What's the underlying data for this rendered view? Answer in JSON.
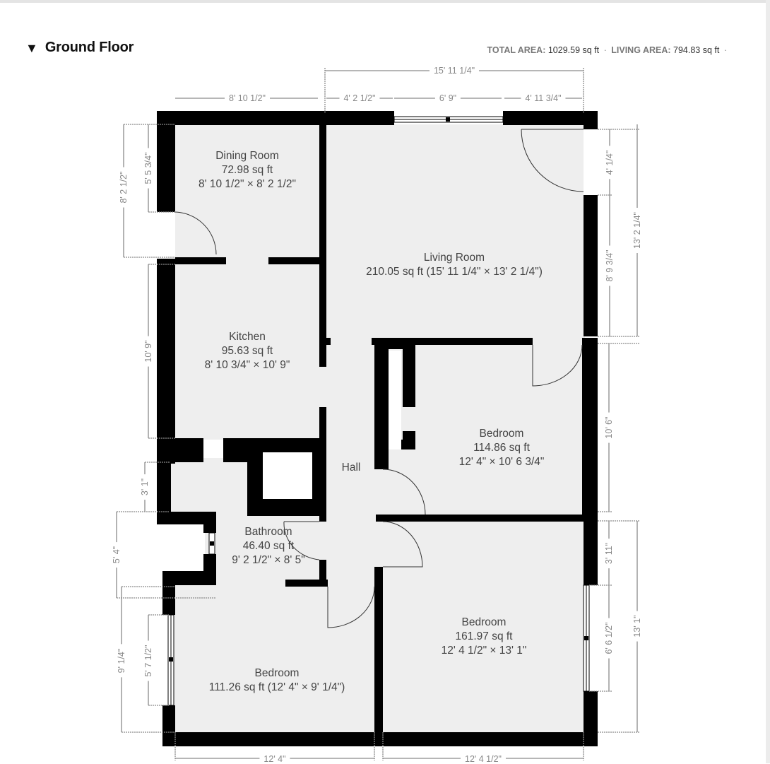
{
  "header": {
    "caret_icon": "▼",
    "floor_title": "Ground Floor",
    "total_area_label": "TOTAL AREA:",
    "total_area_value": "1029.59 sq ft",
    "living_area_label": "LIVING AREA:",
    "living_area_value": "794.83 sq ft",
    "separator": "·"
  },
  "rooms": {
    "dining": {
      "name": "Dining Room",
      "area": "72.98 sq ft",
      "dims": "8' 10 1/2\" × 8' 2 1/2\""
    },
    "living": {
      "name": "Living Room",
      "area_dims": "210.05 sq ft (15' 11 1/4\" × 13' 2 1/4\")"
    },
    "kitchen": {
      "name": "Kitchen",
      "area": "95.63 sq ft",
      "dims": "8' 10 3/4\" × 10' 9\""
    },
    "bedroom1": {
      "name": "Bedroom",
      "area": "114.86 sq ft",
      "dims": "12' 4\" × 10' 6 3/4\""
    },
    "hall": {
      "name": "Hall"
    },
    "bathroom": {
      "name": "Bathroom",
      "area": "46.40 sq ft",
      "dims": "9' 2 1/2\" × 8' 5\""
    },
    "bedroom2": {
      "name": "Bedroom",
      "area": "161.97 sq ft",
      "dims": "12' 4 1/2\" × 13' 1\""
    },
    "bedroom3": {
      "name": "Bedroom",
      "area_dims": "111.26 sq ft (12' 4\" × 9' 1/4\")"
    }
  },
  "dimensions": {
    "top_overall": "15' 11 1/4\"",
    "top_dining": "8' 10 1/2\"",
    "top_living_left": "4' 2 1/2\"",
    "top_window": "6' 9\"",
    "top_living_right": "4' 11 3/4\"",
    "left_dining_outer": "8' 2 1/2\"",
    "left_dining_inner": "5' 5 3/4\"",
    "left_kitchen": "10' 9\"",
    "left_bath_upper": "3' 1\"",
    "left_bath_lower": "5' 4\"",
    "left_bedroom3_outer": "9' 1/4\"",
    "left_bedroom3_window": "5' 7 1/2\"",
    "right_door": "4' 1/4\"",
    "right_living_lower": "8' 9 3/4\"",
    "right_living_overall": "13' 2 1/4\"",
    "right_bedroom1": "10' 6\"",
    "right_bedroom2_upper": "3' 11\"",
    "right_bedroom2_window": "6' 6 1/2\"",
    "right_bedroom2_overall": "13' 1\"",
    "bottom_bedroom3": "12' 4\"",
    "bottom_bedroom2": "12' 4 1/2\""
  },
  "colors": {
    "wall": "#000000",
    "floor": "#eeeeee",
    "dimension": "#888888",
    "label": "#444444"
  }
}
